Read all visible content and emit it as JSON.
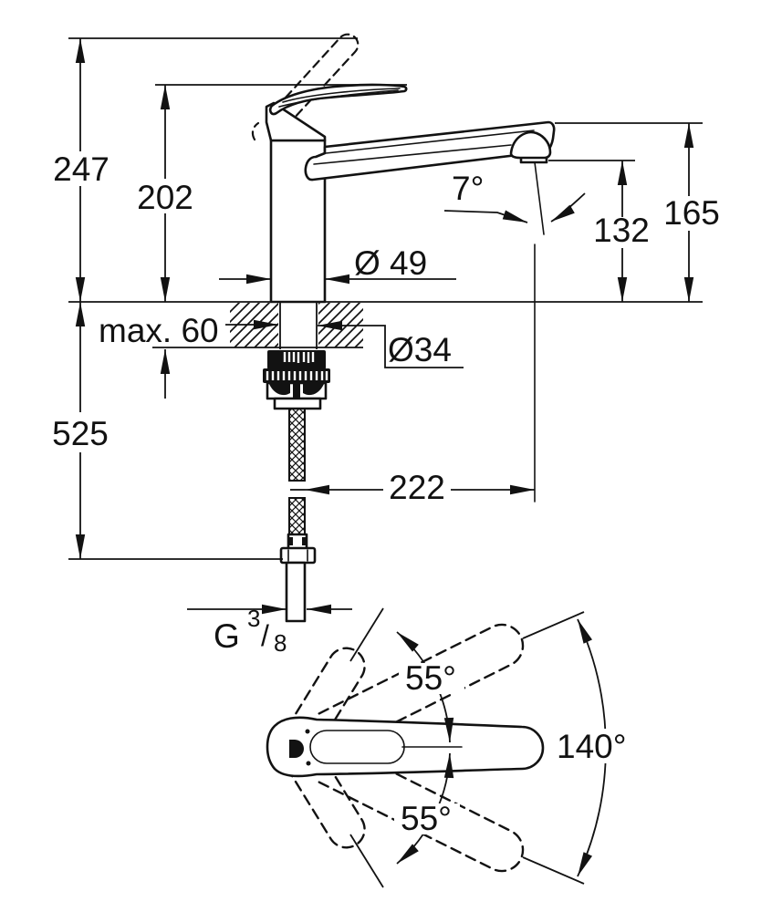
{
  "drawing": {
    "type": "faucet technical dimension drawing",
    "units": "mm",
    "background": "#ffffff",
    "line_color": "#121212",
    "side_view": {
      "overall_height": "247",
      "handle_height": "202",
      "spout_top_height": "165",
      "spout_outlet_height": "132",
      "spout_reach": "222",
      "body_diameter": "Ø 49",
      "shank_diameter": "Ø34",
      "deck_thickness": "max. 60",
      "below_deck_length": "525",
      "outlet_angle": "7°",
      "thread_g": "G",
      "thread_numerator": "3",
      "thread_slash": "/",
      "thread_denominator": "8"
    },
    "top_view": {
      "handle_swing_up": "55°",
      "handle_swing_down": "55°",
      "handle_swing_total": "140°"
    }
  }
}
